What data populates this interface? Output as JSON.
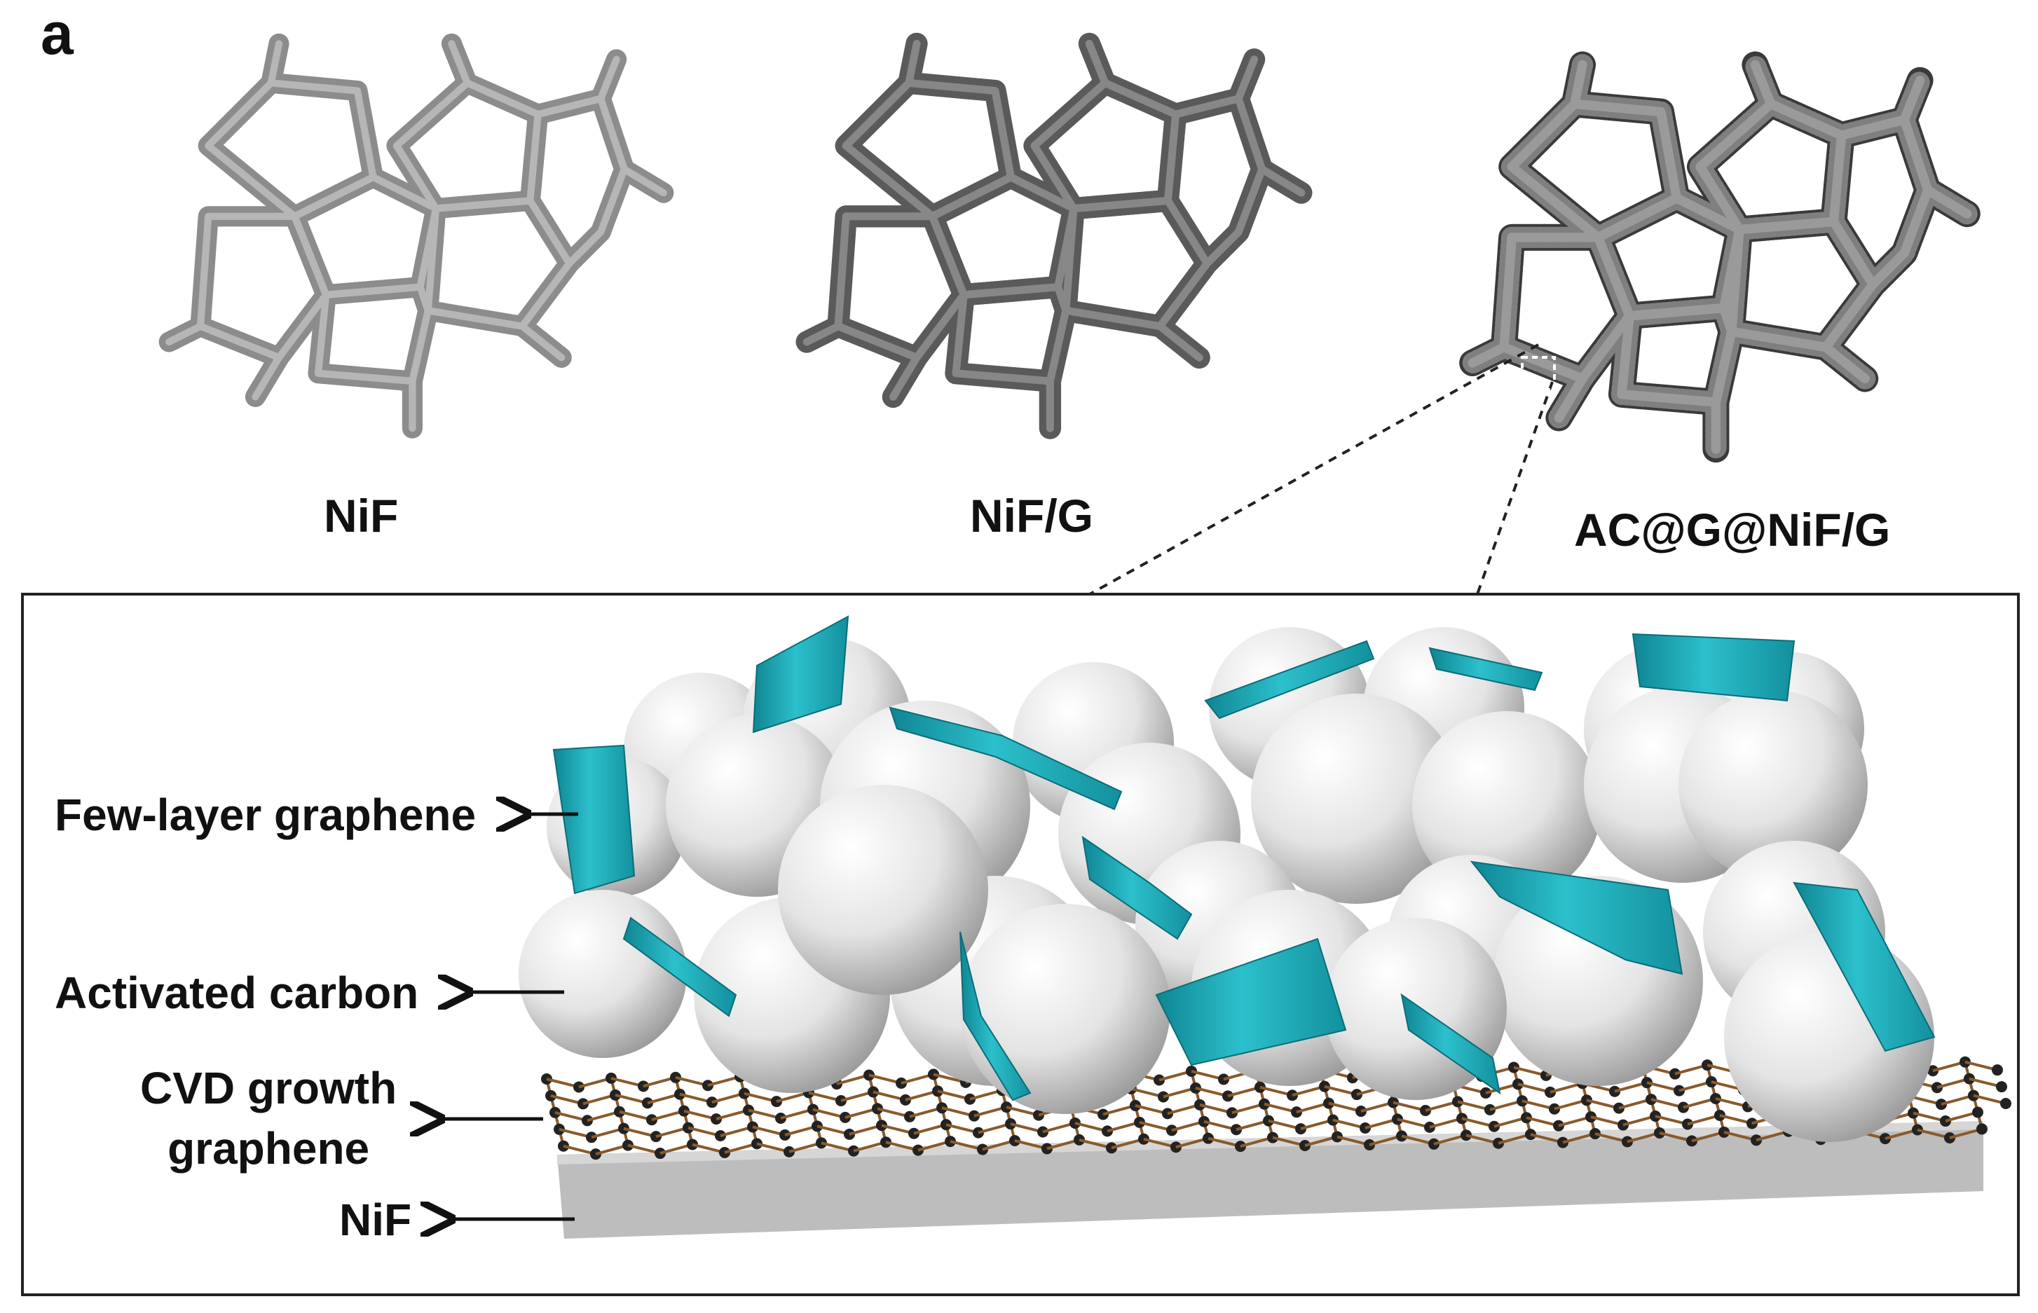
{
  "figure": {
    "panel_letter": "a",
    "foams": [
      {
        "label": "NiF",
        "style": "smooth"
      },
      {
        "label": "NiF/G",
        "style": "dark"
      },
      {
        "label": "AC@G@NiF/G",
        "style": "textured"
      }
    ],
    "inset": {
      "labels": {
        "few_layer_graphene": "Few-layer graphene",
        "activated_carbon": "Activated carbon",
        "cvd_line1": "CVD growth",
        "cvd_line2": "graphene",
        "nif": "NiF"
      }
    },
    "colors": {
      "graphene_sheet": "#1aa3b0",
      "sphere": "#e8e8e8",
      "substrate": "#bdbdbd",
      "lattice_bond": "#8a5a2b",
      "lattice_atom": "#222222",
      "foam_smooth": "#8c8c8c",
      "foam_dark": "#5a5a5a",
      "foam_textured": "#3a3a3a"
    }
  }
}
